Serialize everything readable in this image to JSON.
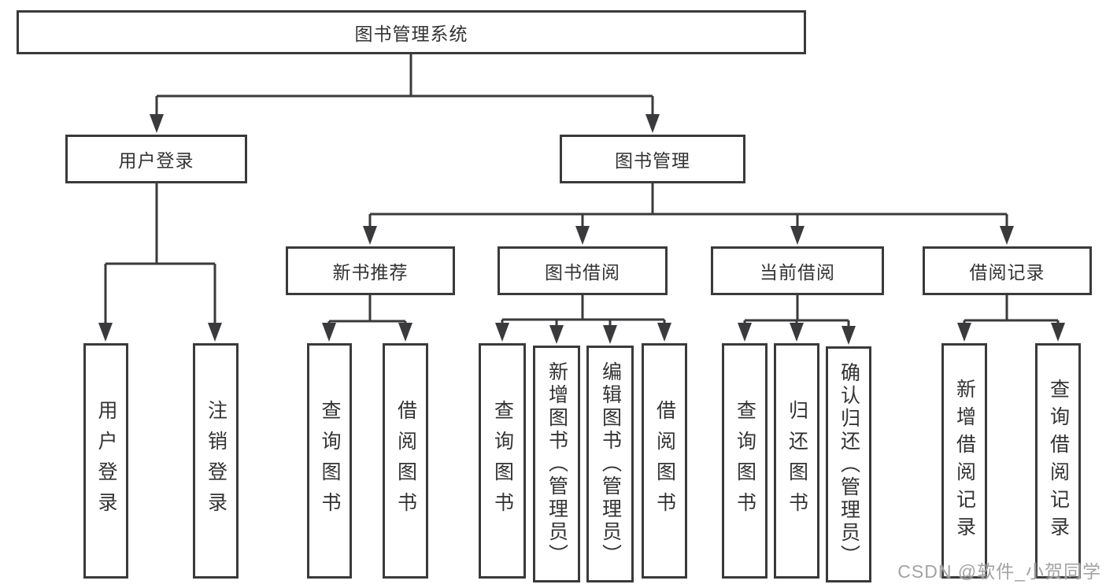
{
  "tree": {
    "label": "图书管理系统",
    "children": [
      {
        "label": "用户登录",
        "children": [
          {
            "label": "用户登录"
          },
          {
            "label": "注销登录"
          }
        ]
      },
      {
        "label": "图书管理",
        "children": [
          {
            "label": "新书推荐",
            "children": [
              {
                "label": "查询图书"
              },
              {
                "label": "借阅图书"
              }
            ]
          },
          {
            "label": "图书借阅",
            "children": [
              {
                "label": "查询图书"
              },
              {
                "label": "新增图书（管理员）"
              },
              {
                "label": "编辑图书（管理员）"
              },
              {
                "label": "借阅图书"
              }
            ]
          },
          {
            "label": "当前借阅",
            "children": [
              {
                "label": "查询图书"
              },
              {
                "label": "归还图书"
              },
              {
                "label": "确认归还（管理员）"
              }
            ]
          },
          {
            "label": "借阅记录",
            "children": [
              {
                "label": "新增借阅记录"
              },
              {
                "label": "查询借阅记录"
              }
            ]
          }
        ]
      }
    ]
  },
  "watermark": "CSDN @软件_小贺同学",
  "colors": {
    "line": "#3a3a3c",
    "text": "#333333",
    "watermark": "#9b9b9b",
    "background": "#ffffff"
  }
}
